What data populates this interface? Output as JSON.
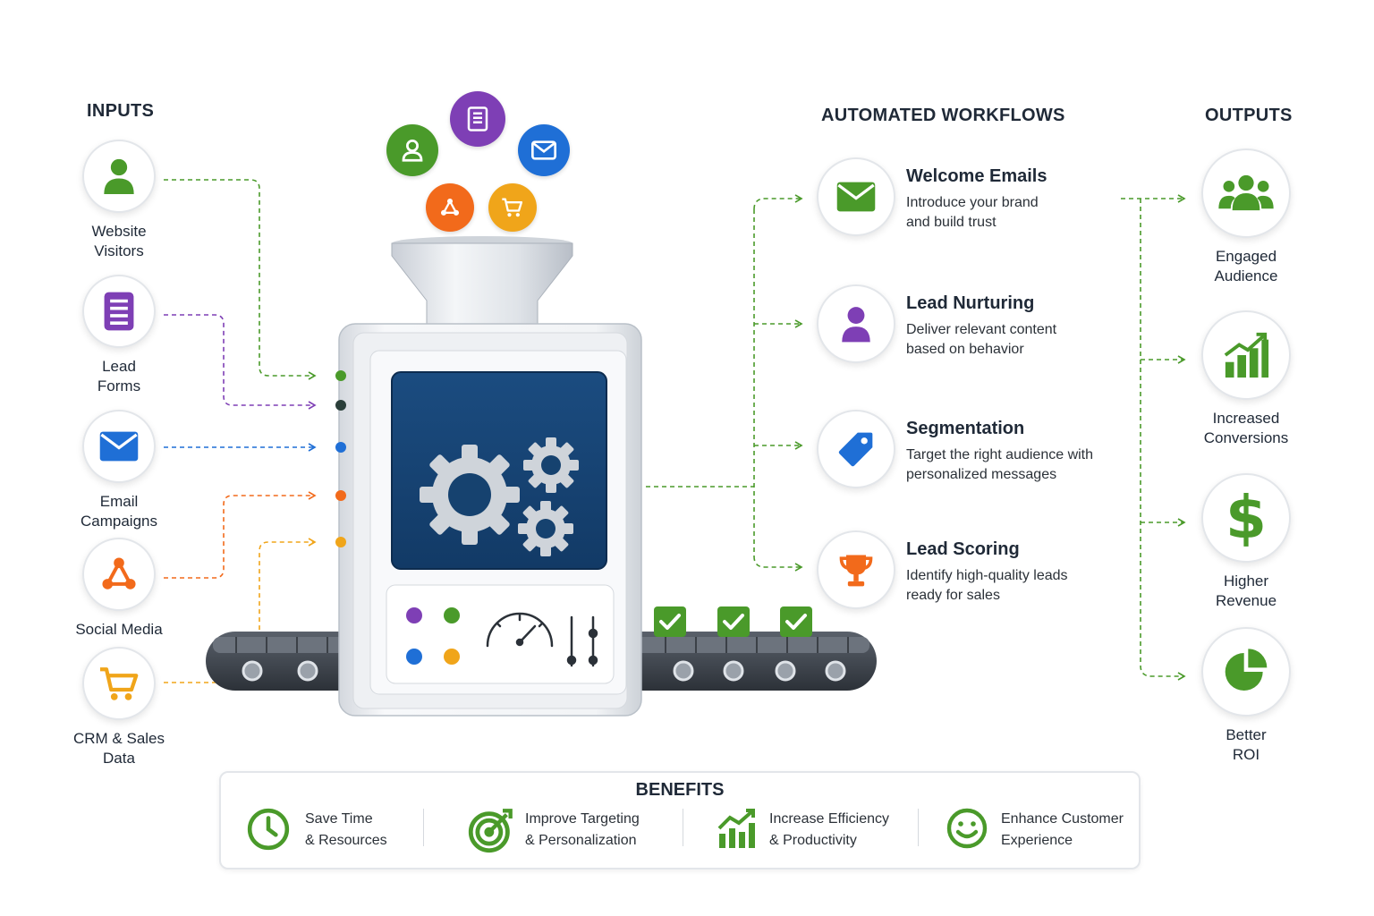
{
  "sections": {
    "inputs": "INPUTS",
    "workflows": "AUTOMATED WORKFLOWS",
    "outputs": "OUTPUTS",
    "benefits": "BENEFITS"
  },
  "inputs": [
    {
      "label": "Website Visitors",
      "icon": "person-icon",
      "color": "#4a9a2a"
    },
    {
      "label": "Lead Forms",
      "icon": "form-icon",
      "color": "#7e3fb5"
    },
    {
      "label": "Email Campaigns",
      "icon": "envelope-icon",
      "color": "#1f6fd6"
    },
    {
      "label": "Social Media",
      "icon": "share-network-icon",
      "color": "#f26a1b"
    },
    {
      "label": "CRM & Sales Data",
      "icon": "cart-icon",
      "color": "#f0a51a"
    }
  ],
  "workflows": [
    {
      "title": "Welcome Emails",
      "desc": "Introduce your brand and build trust",
      "icon": "envelope-icon",
      "color": "#4a9a2a"
    },
    {
      "title": "Lead Nurturing",
      "desc": "Deliver relevant content based on behavior",
      "icon": "person-icon",
      "color": "#7e3fb5"
    },
    {
      "title": "Segmentation",
      "desc": "Target the right audience with personalized messages",
      "icon": "tag-icon",
      "color": "#1f6fd6"
    },
    {
      "title": "Lead Scoring",
      "desc": "Identify high-quality leads ready for sales",
      "icon": "trophy-icon",
      "color": "#f26a1b"
    }
  ],
  "outputs": [
    {
      "label": "Engaged Audience",
      "icon": "group-icon"
    },
    {
      "label": "Increased Conversions",
      "icon": "bar-growth-icon"
    },
    {
      "label": "Higher Revenue",
      "icon": "dollar-icon"
    },
    {
      "label": "Better ROI",
      "icon": "pie-chart-icon"
    }
  ],
  "benefits": [
    {
      "line1": "Save Time",
      "line2": "& Resources",
      "icon": "clock-icon"
    },
    {
      "line1": "Improve Targeting",
      "line2": "& Personalization",
      "icon": "target-icon"
    },
    {
      "line1": "Increase Efficiency",
      "line2": "& Productivity",
      "icon": "growth-chart-icon"
    },
    {
      "line1": "Enhance Customer",
      "line2": "Experience",
      "icon": "smiley-icon"
    }
  ],
  "colors": {
    "green": "#4a9a2a",
    "purple": "#7e3fb5",
    "blue": "#1f6fd6",
    "orange": "#f26a1b",
    "yellow": "#f0a51a",
    "screen": "#143f6e"
  }
}
